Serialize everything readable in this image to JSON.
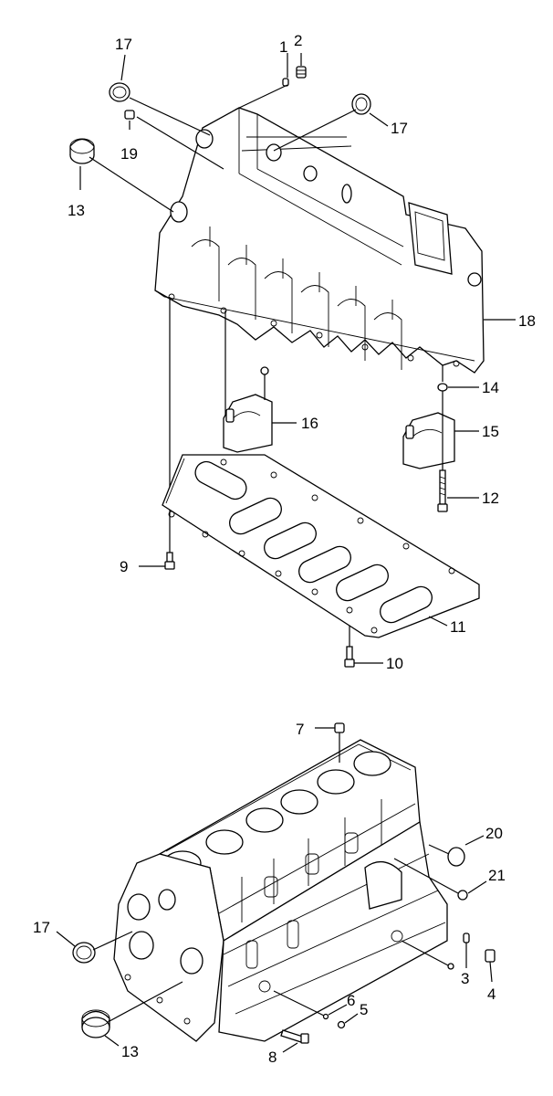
{
  "diagram": {
    "callouts": {
      "c1": "1",
      "c2": "2",
      "c17a": "17",
      "c17b": "17",
      "c19": "19",
      "c13a": "13",
      "c18": "18",
      "c14": "14",
      "c16": "16",
      "c15": "15",
      "c12": "12",
      "c9": "9",
      "c11": "11",
      "c10": "10",
      "c7": "7",
      "c20": "20",
      "c21": "21",
      "c17c": "17",
      "c3": "3",
      "c4": "4",
      "c6": "6",
      "c5": "5",
      "c8": "8",
      "c13b": "13"
    }
  }
}
